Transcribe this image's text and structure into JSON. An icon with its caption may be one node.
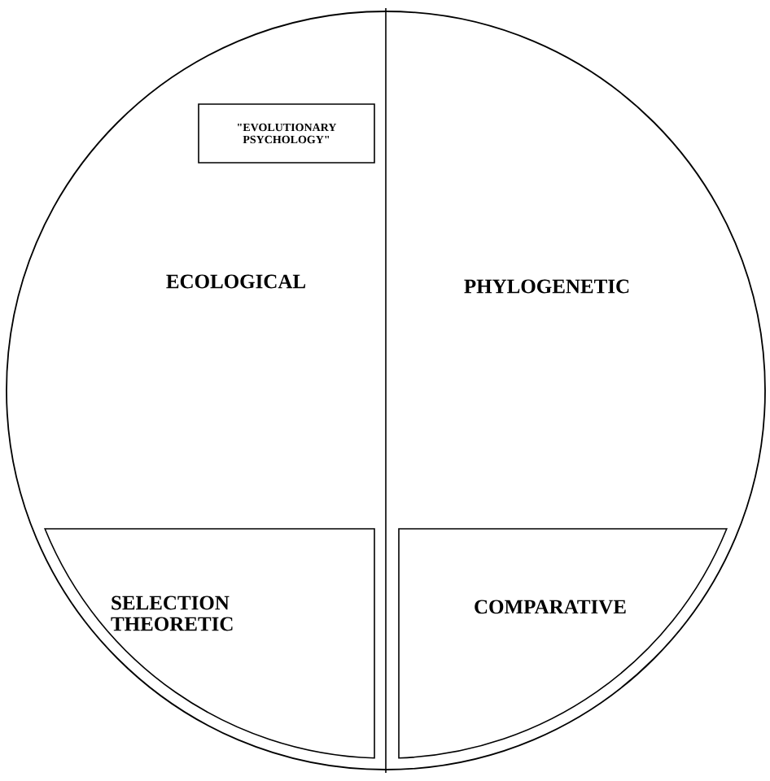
{
  "diagram": {
    "nodes": [
      {
        "text": [],
        "shape": "circle"
      },
      {
        "text": [
          "\"EVOLUTIONARY PSYCHOLOGY\""
        ],
        "in": 0
      },
      {
        "text": [
          "SELECTION THEORETIC"
        ],
        "in": 0
      },
      {
        "text": [
          "COMPARATIVE"
        ],
        "in": 0
      }
    ],
    "labels": [
      "ECOLOGICAL",
      "PHYLOGENETIC"
    ]
  }
}
